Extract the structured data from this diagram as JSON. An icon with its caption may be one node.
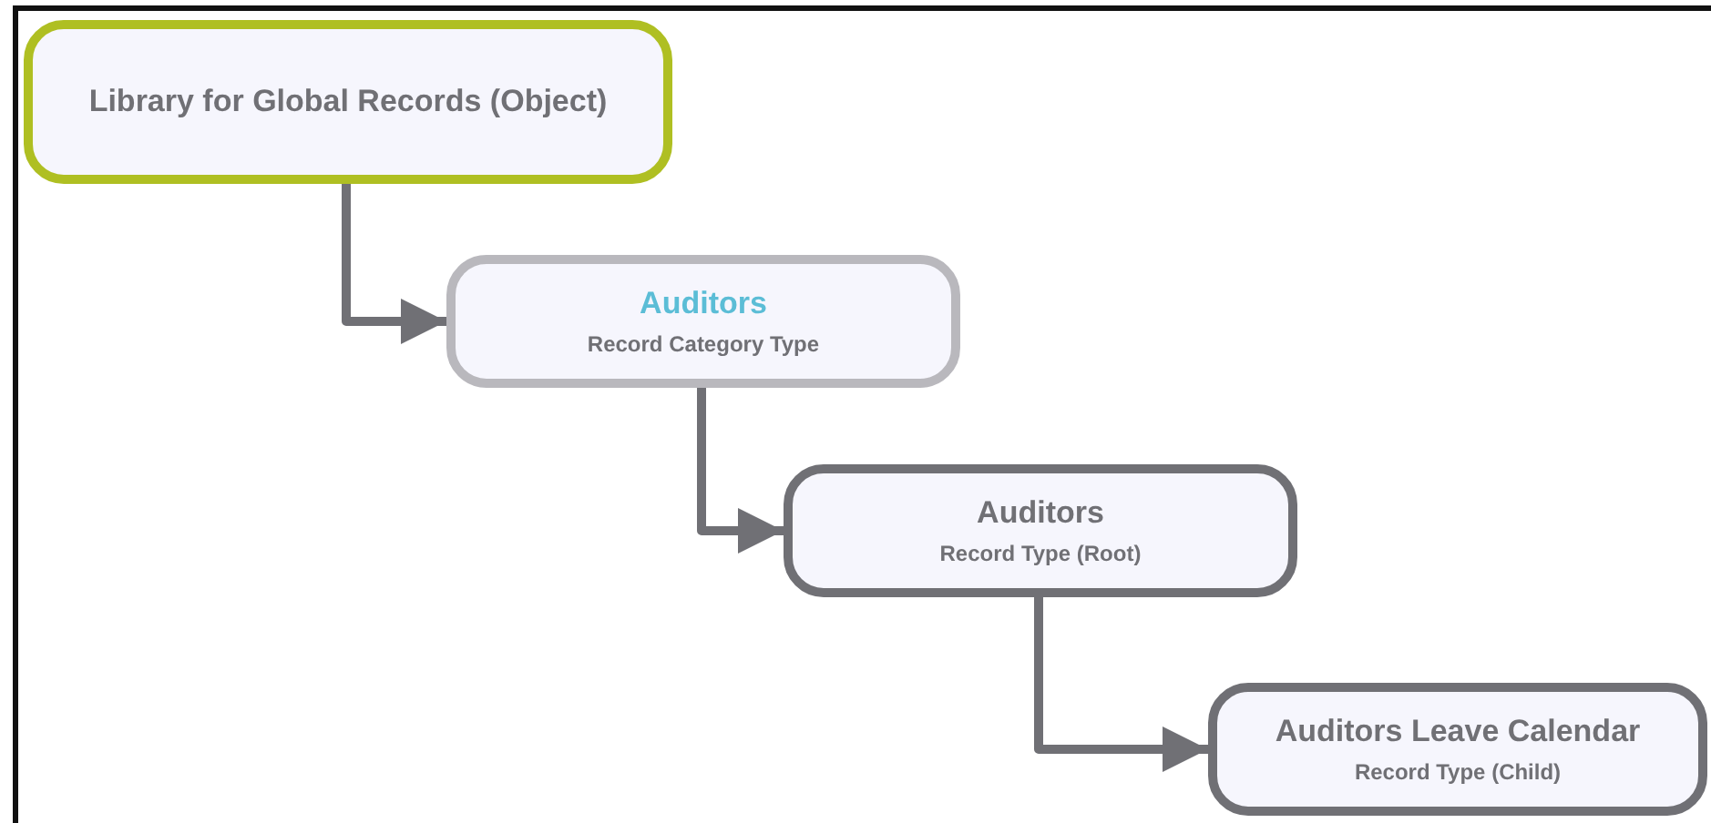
{
  "diagram": {
    "nodes": [
      {
        "text": [
          "Library for Global Records (Object)"
        ]
      },
      {
        "text": [
          "Auditors",
          "Record Category Type"
        ]
      },
      {
        "text": [
          "Auditors",
          "Record Type (Root)"
        ]
      },
      {
        "text": [
          "Auditors Leave Calendar",
          "Record Type (Child)"
        ]
      }
    ],
    "edges": [
      {
        "from": 0,
        "to": 1,
        "arrow": "to"
      },
      {
        "from": 1,
        "to": 2,
        "arrow": "to"
      },
      {
        "from": 2,
        "to": 3,
        "arrow": "to"
      }
    ]
  }
}
